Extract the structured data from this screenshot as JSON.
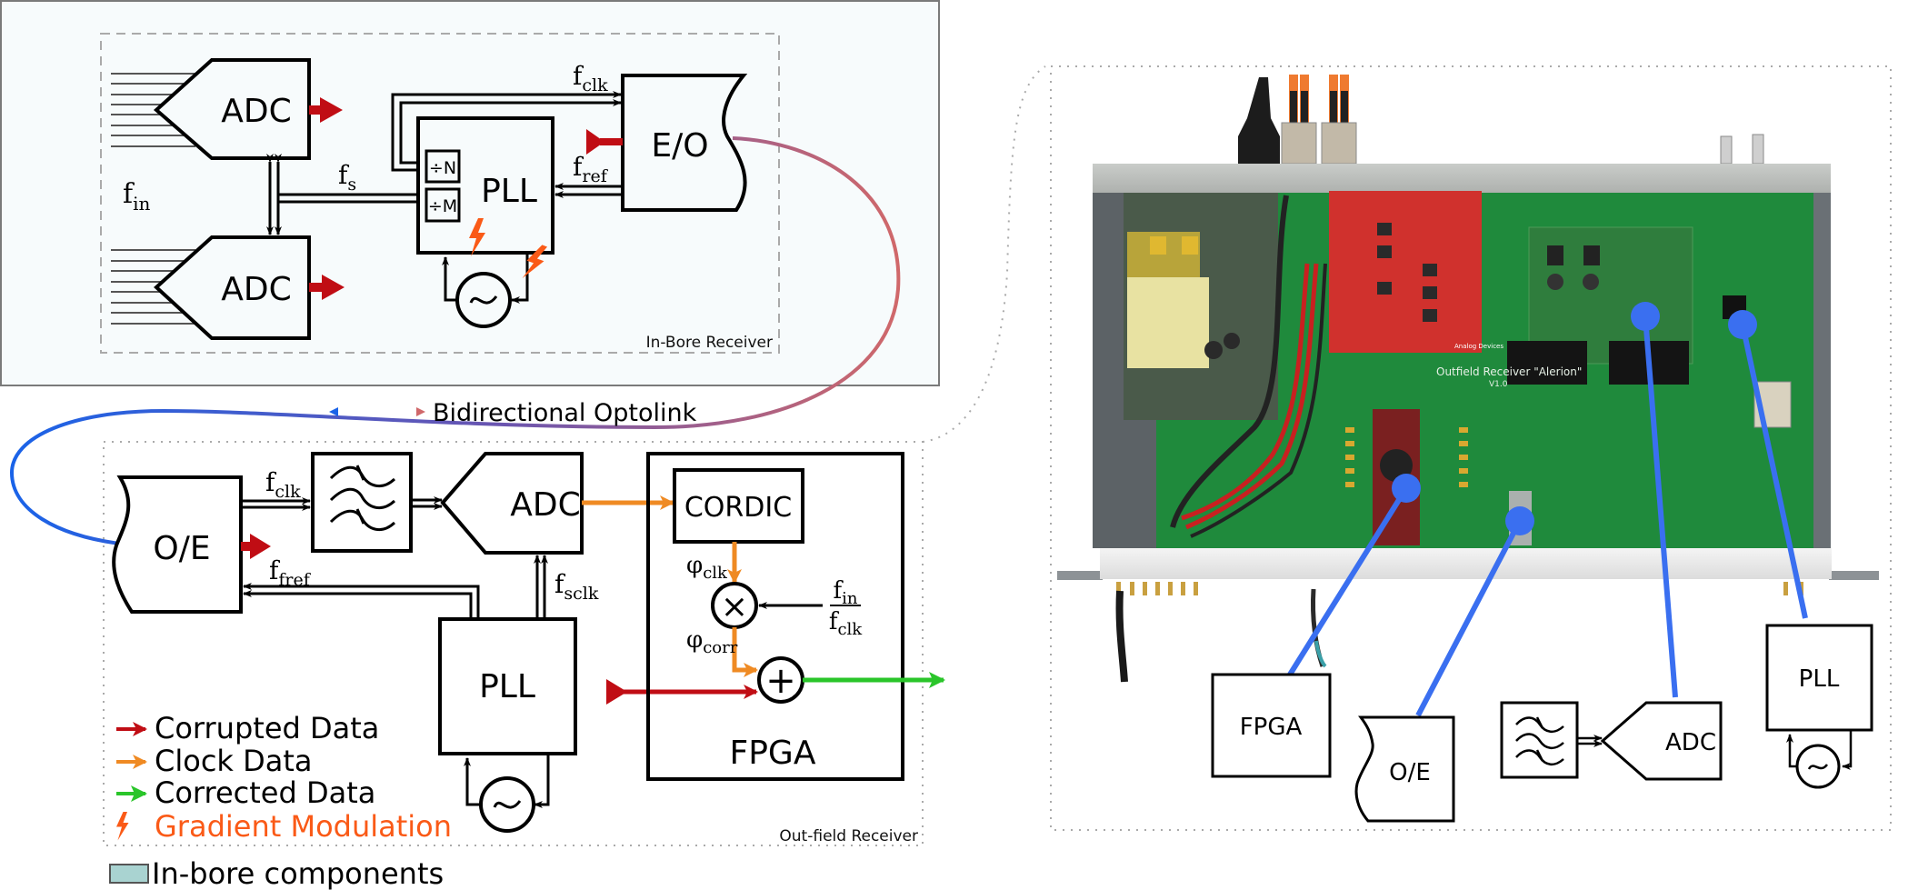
{
  "colors": {
    "corrupted": "#c00d14",
    "clock": "#ef8a23",
    "corrected": "#2ac52a",
    "gradient": "#fa5a17",
    "pointer": "#3a6ff0",
    "inbore_fill": "#f7fbfc",
    "inbore_swatch": "#a9d3d1",
    "optolink_start": "#1a63e8",
    "optolink_end": "#d0686a"
  },
  "in_bore": {
    "region_label": "In-Bore Receiver",
    "adc_top": "ADC",
    "adc_bottom": "ADC",
    "pll": "PLL",
    "div_n": "÷N",
    "div_m": "÷M",
    "eo": "E/O",
    "f_in": {
      "base": "f",
      "sub": "in"
    },
    "f_s": {
      "base": "f",
      "sub": "s"
    },
    "f_clk": {
      "base": "f",
      "sub": "clk"
    },
    "f_ref": {
      "base": "f",
      "sub": "ref"
    }
  },
  "optolink": {
    "label": "Bidirectional Optolink"
  },
  "out_field": {
    "region_label": "Out-field Receiver",
    "oe": "O/E",
    "adc": "ADC",
    "pll": "PLL",
    "cordic": "CORDIC",
    "fpga": "FPGA",
    "multiply": "×",
    "add": "+",
    "f_clk": {
      "base": "f",
      "sub": "clk"
    },
    "f_fref": {
      "base": "f",
      "sub": "fref"
    },
    "f_sclk": {
      "base": "f",
      "sub": "sclk"
    },
    "phi_clk": {
      "base": "φ",
      "sub": "clk"
    },
    "phi_corr": {
      "base": "φ",
      "sub": "corr"
    },
    "ratio_num": {
      "base": "f",
      "sub": "in"
    },
    "ratio_den": {
      "base": "f",
      "sub": "clk"
    }
  },
  "legend": {
    "items": [
      {
        "label": "Corrupted Data",
        "icon": "red-arrow-icon"
      },
      {
        "label": "Clock Data",
        "icon": "orange-arrow-icon"
      },
      {
        "label": "Corrected Data",
        "icon": "green-arrow-icon"
      },
      {
        "label": "Gradient Modulation",
        "icon": "lightning-icon"
      }
    ],
    "swatch_label": "In-bore components"
  },
  "photo": {
    "board_label": "Outfield Receiver \"Alerion\"",
    "board_version": "V1.0",
    "analog_devices": "Analog Devices",
    "callouts": {
      "fpga": "FPGA",
      "oe": "O/E",
      "adc": "ADC",
      "pll": "PLL"
    }
  }
}
